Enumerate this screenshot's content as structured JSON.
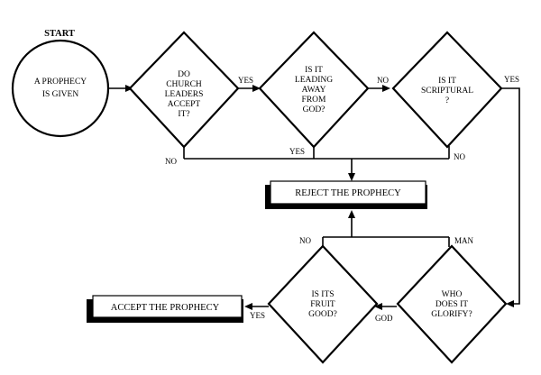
{
  "title": "START",
  "nodes": {
    "start": {
      "lines": [
        "A PROPHECY",
        "IS GIVEN"
      ]
    },
    "church_leaders": {
      "lines": [
        "DO",
        "CHURCH",
        "LEADERS",
        "ACCEPT",
        "IT?"
      ]
    },
    "leading_away": {
      "lines": [
        "IS IT",
        "LEADING",
        "AWAY",
        "FROM",
        "GOD?"
      ]
    },
    "scriptural": {
      "lines": [
        "IS IT",
        "SCRIPTURAL",
        "?"
      ]
    },
    "who_glorify": {
      "lines": [
        "WHO",
        "DOES IT",
        "GLORIFY?"
      ]
    },
    "fruit_good": {
      "lines": [
        "IS ITS",
        "FRUIT",
        "GOOD?"
      ]
    },
    "reject": {
      "label": "REJECT THE PROPHECY"
    },
    "accept": {
      "label": "ACCEPT THE PROPHECY"
    }
  },
  "edge_labels": {
    "leaders_yes": "YES",
    "leaders_no": "NO",
    "leading_yes": "YES",
    "leading_no": "NO",
    "scriptural_yes": "YES",
    "scriptural_no": "NO",
    "glorify_man": "MAN",
    "glorify_god": "GOD",
    "fruit_yes": "YES",
    "fruit_no": "NO"
  }
}
